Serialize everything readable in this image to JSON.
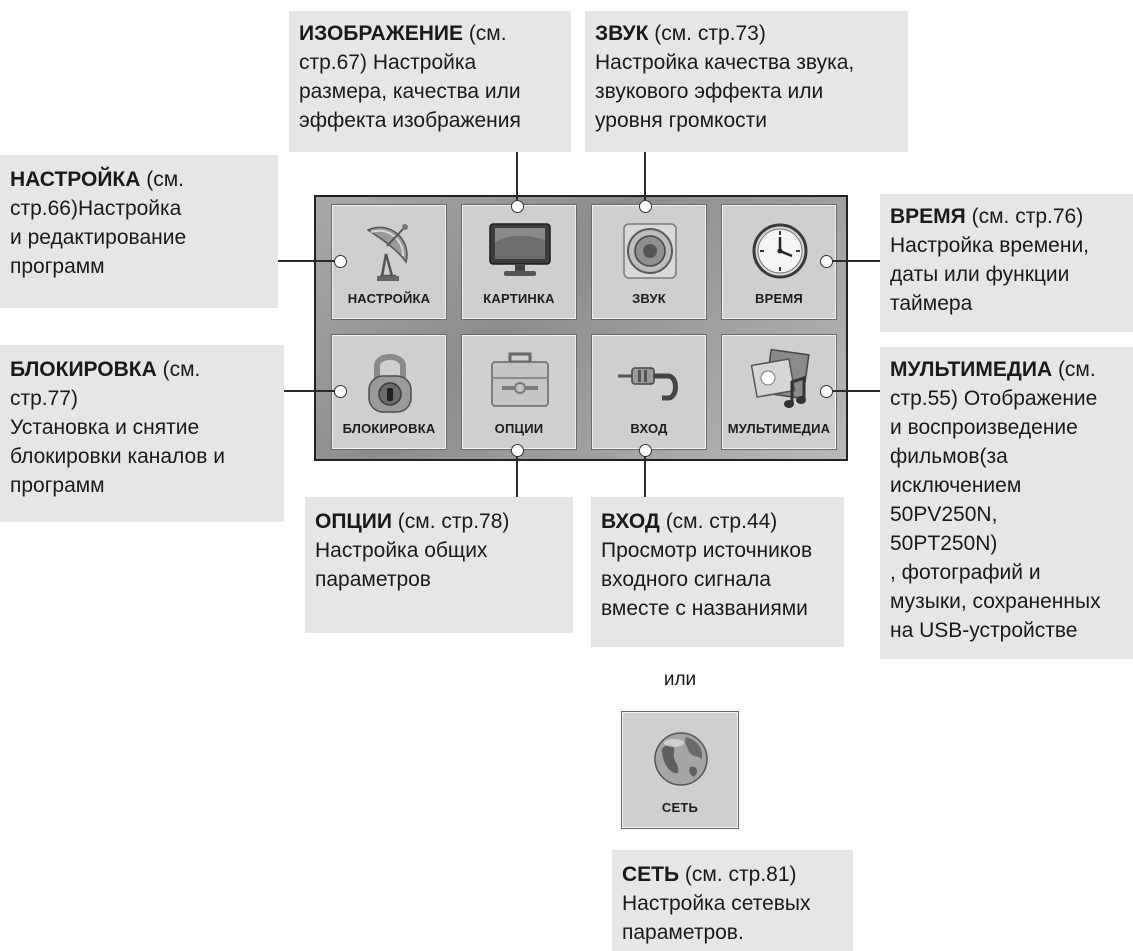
{
  "menu": {
    "tiles": [
      {
        "label": "НАСТРОЙКА",
        "icon": "satellite-dish-icon"
      },
      {
        "label": "КАРТИНКА",
        "icon": "tv-screen-icon"
      },
      {
        "label": "ЗВУК",
        "icon": "speaker-icon"
      },
      {
        "label": "ВРЕМЯ",
        "icon": "clock-icon"
      },
      {
        "label": "БЛОКИРОВКА",
        "icon": "padlock-icon"
      },
      {
        "label": "ОПЦИИ",
        "icon": "toolbox-icon"
      },
      {
        "label": "ВХОД",
        "icon": "av-cable-icon"
      },
      {
        "label": "МУЛЬТИМЕДИА",
        "icon": "multimedia-icon"
      }
    ]
  },
  "network_tile": {
    "label": "СЕТЬ",
    "icon": "globe-icon"
  },
  "or_text": "или",
  "notes": {
    "image": {
      "title": "ИЗОБРАЖЕНИЕ",
      "lines": [
        " (см.",
        "стр.67) Настройка",
        "размера, качества или",
        "эффекта изображения"
      ]
    },
    "sound": {
      "title": "ЗВУК",
      "lines": [
        " (см. стр.73)",
        "Настройка качества звука,",
        "звукового эффекта или",
        "уровня громкости"
      ]
    },
    "setup": {
      "title": "НАСТРОЙКА",
      "lines": [
        " (см.",
        "стр.66)Настройка",
        "и редактирование",
        "программ"
      ]
    },
    "time": {
      "title": "ВРЕМЯ",
      "lines": [
        " (см. стр.76)",
        "Настройка времени,",
        "даты или функции",
        "таймера"
      ]
    },
    "lock": {
      "title": "БЛОКИРОВКА",
      "lines": [
        " (см.",
        "стр.77)",
        "Установка и снятие",
        "блокировки каналов и",
        "программ"
      ]
    },
    "multimedia": {
      "title": "МУЛЬТИМЕДИА",
      "lines": [
        " (см.",
        "стр.55) Отображение",
        "и воспроизведение",
        "фильмов(за",
        "исключением",
        "50PV250N,",
        "50PT250N)",
        ", фотографий и",
        "музыки, сохраненных",
        "на USB-устройстве"
      ]
    },
    "options": {
      "title": "ОПЦИИ",
      "lines": [
        " (см. стр.78)",
        "Настройка общих",
        "параметров"
      ]
    },
    "input": {
      "title": "ВХОД",
      "lines": [
        " (см. стр.44)",
        "Просмотр источников",
        "входного сигнала",
        "вместе с названиями"
      ]
    },
    "network": {
      "title": "СЕТЬ",
      "lines": [
        " (см. стр.81)",
        "Настройка сетевых",
        "параметров."
      ]
    }
  }
}
